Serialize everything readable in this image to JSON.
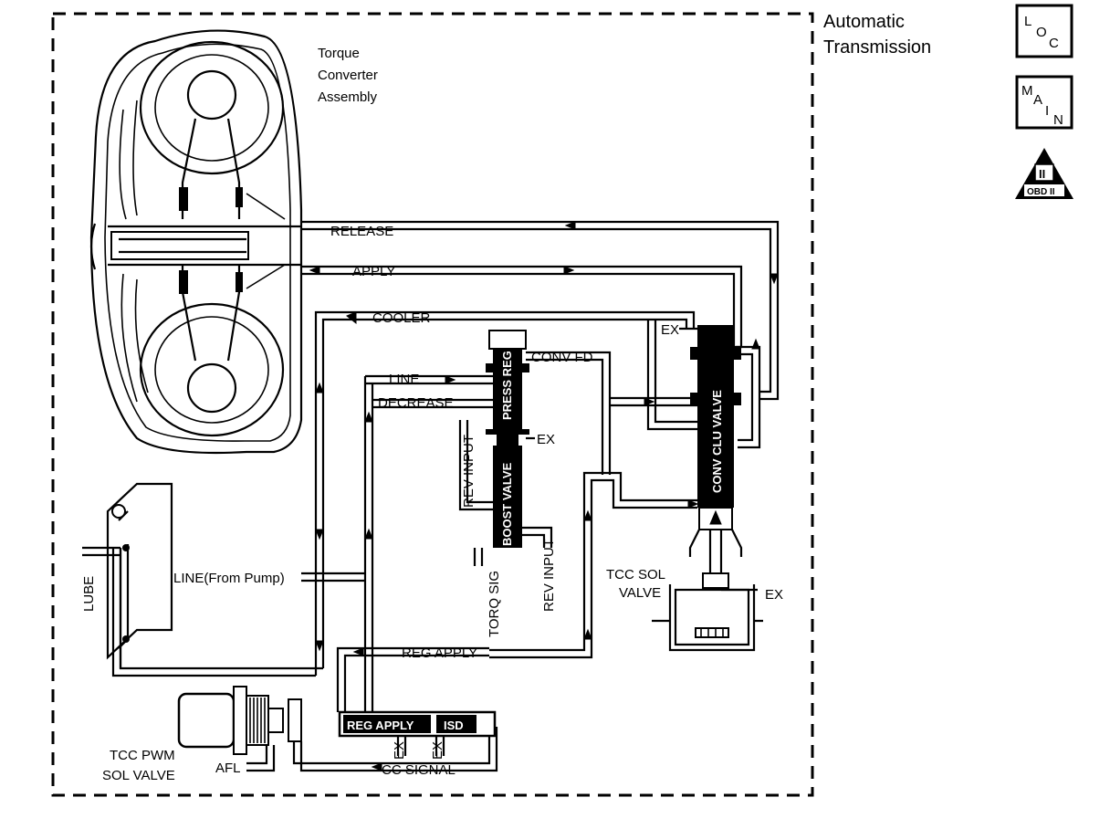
{
  "title": {
    "line1": "Automatic",
    "line2": "Transmission"
  },
  "badges": {
    "loc": {
      "l": "L",
      "o": "O",
      "c": "C"
    },
    "main": {
      "m": "M",
      "a": "A",
      "i": "I",
      "n": "N"
    },
    "obd": {
      "numeral": "II",
      "label": "OBD II"
    }
  },
  "labels": {
    "torque_converter": [
      "Torque",
      "Converter",
      "Assembly"
    ],
    "release": "RELEASE",
    "apply": "APPLY",
    "cooler": "COOLER",
    "line": "LINE",
    "decrease": "DECREASE",
    "conv_fd": "CONV FD",
    "ex_top": "EX",
    "ex_boost": "EX",
    "rev_input_left": "REV INPUT",
    "rev_input_right": "REV INPUT",
    "torq_sig": "TORQ SIG",
    "line_from_pump": "LINE(From Pump)",
    "lube": "LUBE",
    "reg_apply": "REG APPLY",
    "tcc_sol_valve": [
      "TCC SOL",
      "VALVE"
    ],
    "ex_sol": "EX",
    "tcc_pwm_sol_valve": [
      "TCC PWM",
      "SOL VALVE"
    ],
    "afl": "AFL",
    "cc_signal": "CC SIGNAL",
    "ex_reg1": "EX",
    "ex_reg2": "EX"
  },
  "valves": {
    "press_reg": "PRESS REG",
    "boost_valve": "BOOST VALVE",
    "conv_clu_valve": "CONV CLU VALVE",
    "reg_apply": "REG APPLY",
    "isd": "ISD"
  }
}
